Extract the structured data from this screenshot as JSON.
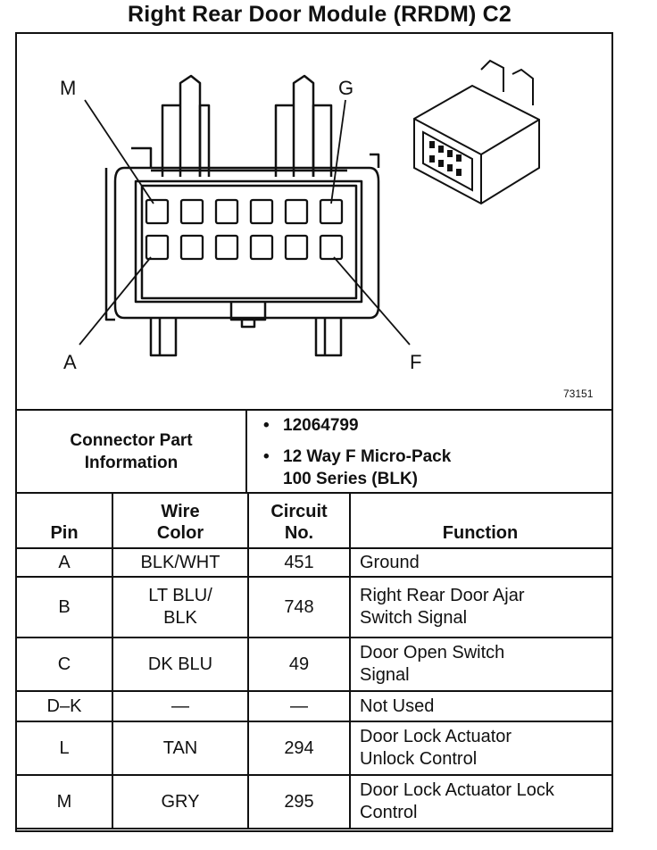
{
  "title": "Right Rear Door Module (RRDM) C2",
  "diagram": {
    "callouts": {
      "top_left": "M",
      "top_right": "G",
      "bottom_left": "A",
      "bottom_right": "F"
    },
    "ref_number": "73151"
  },
  "connector_info": {
    "label_line1": "Connector Part",
    "label_line2": "Information",
    "bullet": "•",
    "part_number": "12064799",
    "description_line1": "12 Way F Micro-Pack",
    "description_line2": "100 Series (BLK)"
  },
  "table": {
    "headers": {
      "pin": "Pin",
      "wire_color_1": "Wire",
      "wire_color_2": "Color",
      "circuit_1": "Circuit",
      "circuit_2": "No.",
      "function": "Function"
    },
    "rows": [
      {
        "pin": "A",
        "wire1": "BLK/WHT",
        "wire2": "",
        "circuit": "451",
        "fn1": "Ground",
        "fn2": ""
      },
      {
        "pin": "B",
        "wire1": "LT BLU/",
        "wire2": "BLK",
        "circuit": "748",
        "fn1": "Right Rear Door Ajar",
        "fn2": "Switch Signal"
      },
      {
        "pin": "C",
        "wire1": "DK BLU",
        "wire2": "",
        "circuit": "49",
        "fn1": "Door Open Switch",
        "fn2": "Signal"
      },
      {
        "pin": "D–K",
        "wire1": "—",
        "wire2": "",
        "circuit": "—",
        "fn1": "Not Used",
        "fn2": ""
      },
      {
        "pin": "L",
        "wire1": "TAN",
        "wire2": "",
        "circuit": "294",
        "fn1": "Door Lock Actuator",
        "fn2": "Unlock Control"
      },
      {
        "pin": "M",
        "wire1": "GRY",
        "wire2": "",
        "circuit": "295",
        "fn1": "Door Lock Actuator Lock",
        "fn2": "Control"
      }
    ]
  }
}
